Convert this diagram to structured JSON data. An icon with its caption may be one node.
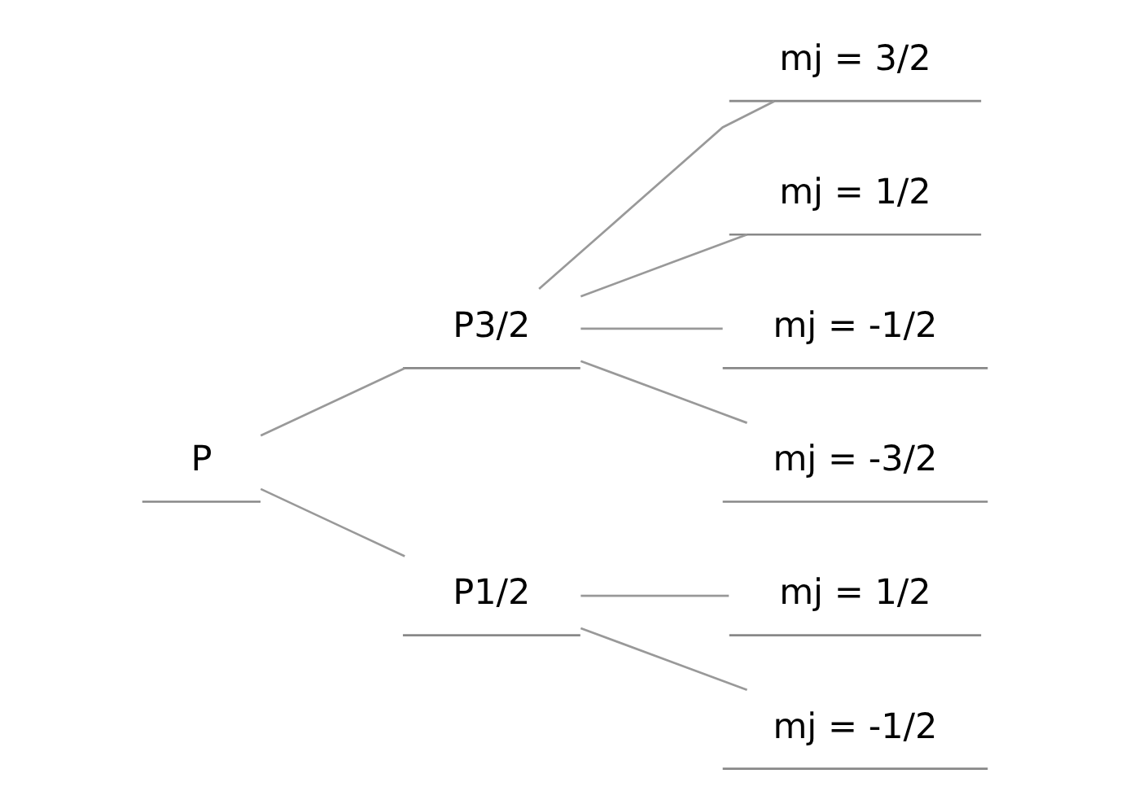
{
  "diagram": {
    "nodes": [
      {
        "text": [
          "P"
        ]
      },
      {
        "text": [
          "P3/2"
        ]
      },
      {
        "text": [
          "P1/2"
        ]
      },
      {
        "text": [
          "mj = 3/2"
        ]
      },
      {
        "text": [
          "mj = 1/2"
        ]
      },
      {
        "text": [
          "mj = -1/2"
        ]
      },
      {
        "text": [
          "mj = -3/2"
        ]
      },
      {
        "text": [
          "mj = 1/2"
        ]
      },
      {
        "text": [
          "mj = -1/2"
        ]
      }
    ],
    "edges": [
      {
        "from": 0,
        "to": 1,
        "arrow": "none"
      },
      {
        "from": 0,
        "to": 2,
        "arrow": "none"
      },
      {
        "from": 1,
        "to": 3,
        "arrow": "none"
      },
      {
        "from": 1,
        "to": 4,
        "arrow": "none"
      },
      {
        "from": 1,
        "to": 5,
        "arrow": "none"
      },
      {
        "from": 1,
        "to": 6,
        "arrow": "none"
      },
      {
        "from": 2,
        "to": 7,
        "arrow": "none"
      },
      {
        "from": 2,
        "to": 8,
        "arrow": "none"
      }
    ]
  }
}
